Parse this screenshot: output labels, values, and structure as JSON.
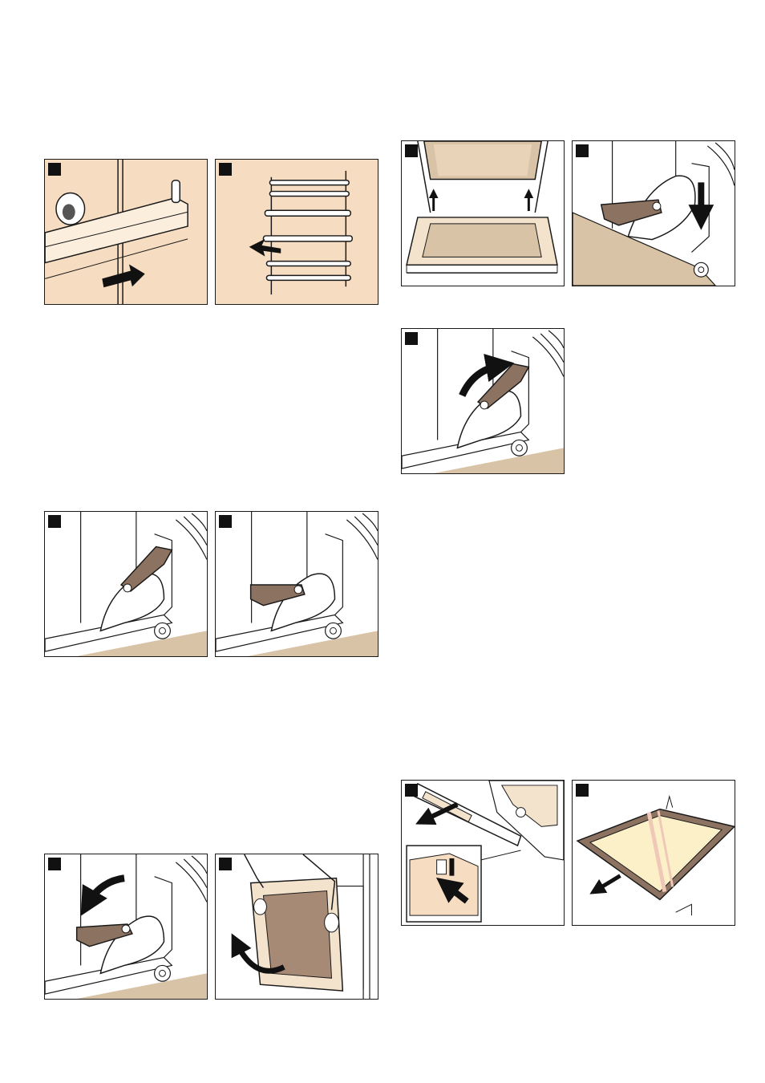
{
  "page": {
    "background": "#ffffff"
  },
  "colors": {
    "panel_fill_warm": "#f6dcc1",
    "panel_fill_light": "#ffffff",
    "floor_tan": "#d9c3a6",
    "lever_brown": "#8c7260",
    "glass_cream": "#fbf0c8",
    "door_brown": "#a68a75",
    "ink": "#1a1a1a",
    "badge": "#111111"
  },
  "figures": [
    {
      "id": "fig-rail-slide",
      "icon": "rail-slide-right-illustration"
    },
    {
      "id": "fig-shelf-rack",
      "icon": "shelf-rack-remove-illustration"
    },
    {
      "id": "fig-hinge-open",
      "icon": "hinge-lever-open-illustration"
    },
    {
      "id": "fig-hinge-closed",
      "icon": "hinge-lever-closed-illustration"
    },
    {
      "id": "fig-hinge-swing-down",
      "icon": "hinge-lever-swing-down-illustration"
    },
    {
      "id": "fig-door-lift-off",
      "icon": "door-lift-off-illustration"
    },
    {
      "id": "fig-door-glass-lift",
      "icon": "door-glass-lift-illustration"
    },
    {
      "id": "fig-hinge-push-down",
      "icon": "hinge-lever-push-down-illustration"
    },
    {
      "id": "fig-hinge-swing-up",
      "icon": "hinge-lever-swing-up-illustration"
    },
    {
      "id": "fig-trim-release",
      "icon": "door-trim-release-illustration"
    },
    {
      "id": "fig-glass-slide-out",
      "icon": "door-glass-slide-out-illustration"
    }
  ]
}
